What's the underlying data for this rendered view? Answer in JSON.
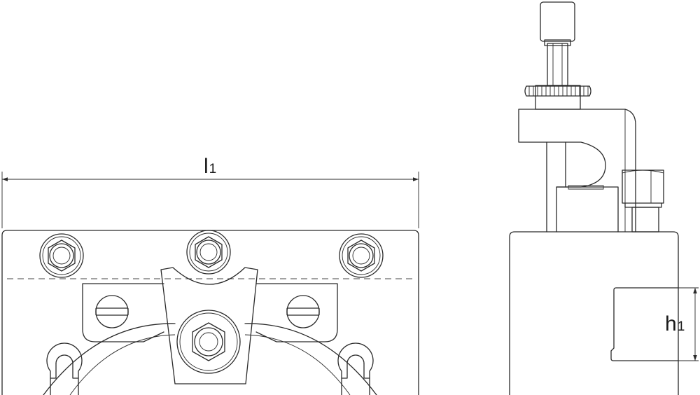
{
  "dimensions": {
    "length": {
      "symbol": "l",
      "subscript": "1"
    },
    "height": {
      "symbol": "h",
      "subscript": "1"
    }
  },
  "colors": {
    "stroke": "#2a2a2a",
    "background": "#ffffff"
  }
}
